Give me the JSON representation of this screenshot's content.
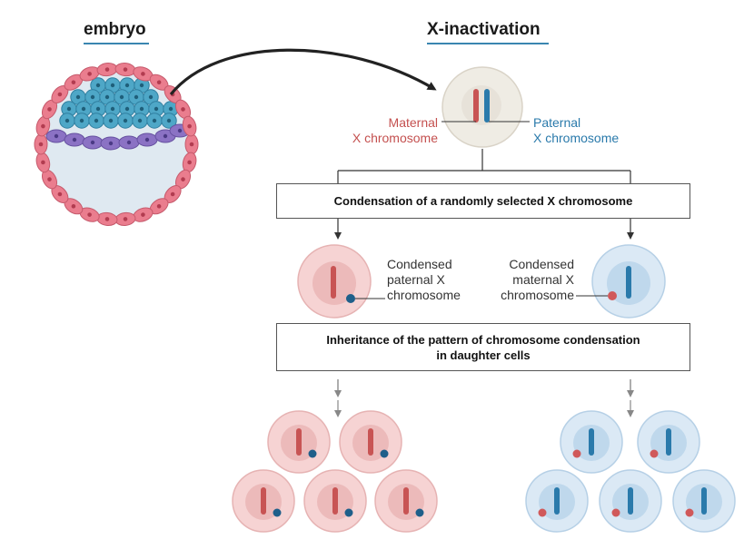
{
  "embryo_title": "embryo",
  "xinact_title": "X-inactivation",
  "labels": {
    "maternal_line1": "Maternal",
    "maternal_line2": "X chromosome",
    "paternal_line1": "Paternal",
    "paternal_line2": "X chromosome",
    "cond_pat_line1": "Condensed",
    "cond_pat_line2": "paternal X",
    "cond_pat_line3": "chromosome",
    "cond_mat_line1": "Condensed",
    "cond_mat_line2": "maternal X",
    "cond_mat_line3": "chromosome"
  },
  "boxes": {
    "condensation": "Condensation of a randomly selected X chromosome",
    "inheritance_line1": "Inheritance of the pattern of chromosome condensation",
    "inheritance_line2": "in daughter cells"
  },
  "colors": {
    "maternal": "#d0595a",
    "paternal": "#2a7aab",
    "pink_cell": "#f6d3d3",
    "blue_cell": "#dbe9f5",
    "accent_underline": "#3a86b0"
  }
}
